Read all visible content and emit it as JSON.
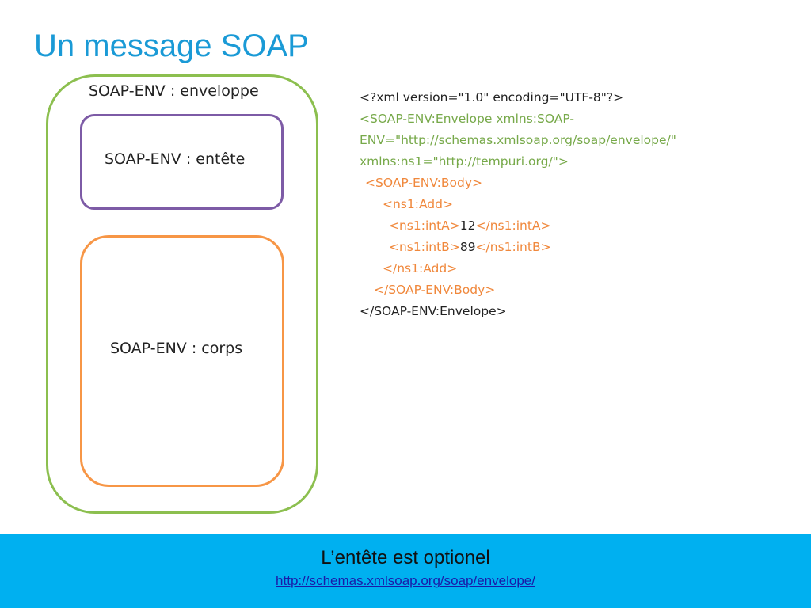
{
  "slide": {
    "title": "Un message SOAP"
  },
  "diagram": {
    "envelope_label": "SOAP-ENV : enveloppe",
    "header_label": "SOAP-ENV : entête",
    "body_label": "SOAP-ENV : corps"
  },
  "xml": {
    "declaration": "<?xml version=\"1.0\" encoding=\"UTF-8\"?>",
    "envelope_open_1": "<SOAP-ENV:Envelope xmlns:SOAP-",
    "envelope_open_2": "ENV=\"http://schemas.xmlsoap.org/soap/envelope/\"",
    "envelope_open_3": "xmlns:ns1=\"http://tempuri.org/\">",
    "body_open": "<SOAP-ENV:Body>",
    "add_open": "<ns1:Add>",
    "intA_open": "<ns1:intA>",
    "intA_value": "12",
    "intA_close": "</ns1:intA>",
    "intB_open": "<ns1:intB>",
    "intB_value": "89",
    "intB_close": "</ns1:intB>",
    "add_close": "</ns1:Add>",
    "body_close": "</SOAP-ENV:Body>",
    "envelope_close": "</SOAP-ENV:Envelope>"
  },
  "footer": {
    "note": "L’entête est optionel",
    "link": "http://schemas.xmlsoap.org/soap/envelope/"
  },
  "colors": {
    "title": "#1a9ad6",
    "envelope": "#8cbf4f",
    "header": "#7d5ba6",
    "body": "#f79646",
    "footer_band": "#00b0f0"
  }
}
